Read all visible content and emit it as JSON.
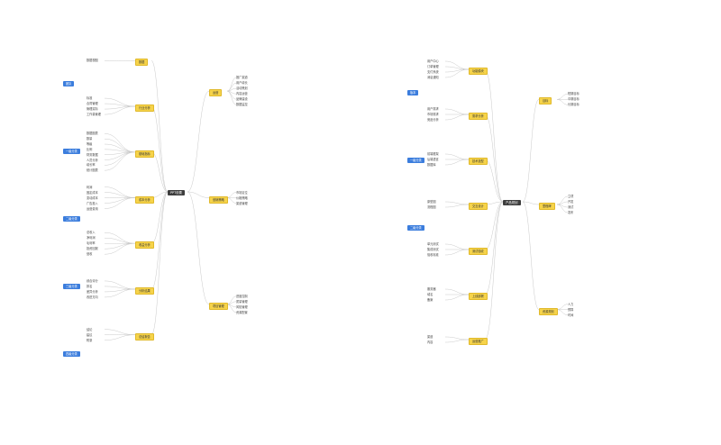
{
  "colors": {
    "root": "#3d3d3d",
    "branch": "#f6d34a",
    "blue": "#3b7ddd",
    "line": "#c9c9c9"
  },
  "maps": [
    {
      "root": "PPT设置",
      "branches": [
        {
          "label": "数据",
          "side": "left",
          "leaves": [
            "数据视图"
          ]
        },
        {
          "label": "行业分析",
          "side": "left",
          "leaves": [
            "标准",
            "合同管理",
            "管理实际",
            "工作量管理"
          ]
        },
        {
          "label": "基础指标",
          "side": "left",
          "leaves": [
            "数据图表",
            "数量",
            "等级",
            "比例",
            "财务数据",
            "人员分析",
            "增长率",
            "统计图表"
          ]
        },
        {
          "label": "成本分析",
          "side": "left",
          "leaves": [
            "利润",
            "固定成本",
            "变动成本",
            "广告投入",
            "运营费用"
          ]
        },
        {
          "label": "收益分析",
          "side": "left",
          "leaves": [
            "总收入",
            "净利润",
            "毛利率",
            "投资回报",
            "营收"
          ]
        },
        {
          "label": "分析结果",
          "side": "left",
          "leaves": [
            "综合评分",
            "排名",
            "差异分析",
            "改进方向"
          ]
        },
        {
          "label": "总结报告",
          "side": "left",
          "leaves": [
            "结论",
            "建议",
            "附录"
          ]
        },
        {
          "label": "运营",
          "side": "right",
          "leaves": [
            "推广渠道",
            "用户增长",
            "活动策划",
            "内容运营",
            "品牌建设",
            "数据监控"
          ]
        },
        {
          "label": "营销策略",
          "side": "right",
          "leaves": [
            "市场定位",
            "价格策略",
            "渠道管理"
          ]
        },
        {
          "label": "项目管理",
          "side": "right",
          "leaves": [
            "进度控制",
            "质量管理",
            "风险管理",
            "资源配置"
          ]
        }
      ],
      "blue_tags": [
        "团队",
        "一级分类",
        "二级分类",
        "三级分类",
        "四级分类"
      ]
    },
    {
      "root": "产品规划",
      "branches": [
        {
          "label": "功能模块",
          "side": "left",
          "leaves": [
            "用户中心",
            "订单管理",
            "支付系统",
            "消息通知"
          ]
        },
        {
          "label": "需求分析",
          "side": "left",
          "leaves": [
            "用户需求",
            "市场需求",
            "竞品分析"
          ]
        },
        {
          "label": "技术选型",
          "side": "left",
          "leaves": [
            "前端框架",
            "后端语言",
            "数据库"
          ]
        },
        {
          "label": "交互设计",
          "side": "left",
          "leaves": [
            "原型图",
            "流程图"
          ]
        },
        {
          "label": "测试验收",
          "side": "left",
          "leaves": [
            "单元测试",
            "集成测试",
            "验收标准"
          ]
        },
        {
          "label": "上线部署",
          "side": "left",
          "leaves": [
            "服务器",
            "域名",
            "备案"
          ]
        },
        {
          "label": "运营推广",
          "side": "left",
          "leaves": [
            "渠道",
            "内容"
          ]
        },
        {
          "label": "目标",
          "side": "right",
          "leaves": [
            "短期目标",
            "中期目标",
            "长期目标"
          ]
        },
        {
          "label": "里程碑",
          "side": "right",
          "leaves": [
            "立项",
            "开发",
            "测试",
            "发布"
          ]
        },
        {
          "label": "资源规划",
          "side": "right",
          "leaves": [
            "人力",
            "预算",
            "时间"
          ]
        }
      ],
      "blue_tags": [
        "版本",
        "一级分类",
        "二级分类"
      ]
    }
  ]
}
